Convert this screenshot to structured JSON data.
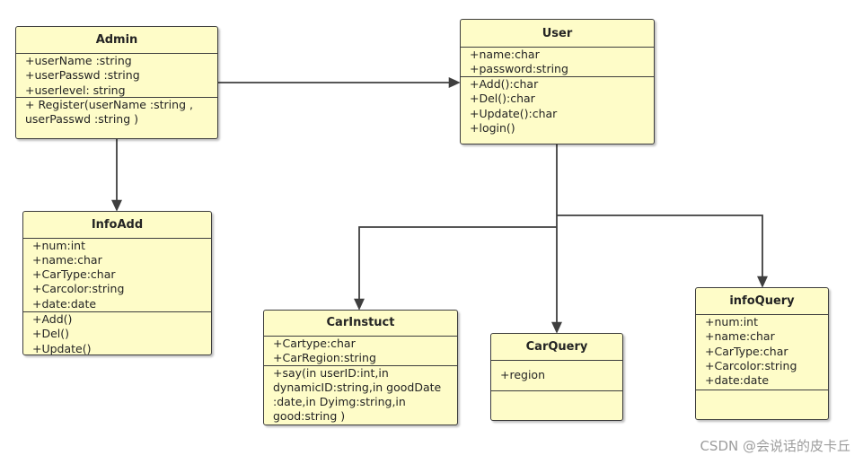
{
  "diagram": {
    "classes": {
      "admin": {
        "name": "Admin",
        "attributes": [
          "+userName :string",
          "+userPasswd :string",
          "+userlevel: string"
        ],
        "methods": [
          "+ Register(userName :string ,\nuserPasswd :string )"
        ]
      },
      "user": {
        "name": "User",
        "attributes": [
          "+name:char",
          "+password:string"
        ],
        "methods": [
          "+Add():char",
          "+Del():char",
          "+Update():char",
          "+login()"
        ]
      },
      "info_add": {
        "name": "InfoAdd",
        "attributes": [
          "+num:int",
          "+name:char",
          "+CarType:char",
          "+Carcolor:string",
          "+date:date"
        ],
        "methods": [
          "+Add()",
          "+Del()",
          "+Update()"
        ]
      },
      "car_instuct": {
        "name": "CarInstuct",
        "attributes": [
          "+Cartype:char",
          "+CarRegion:string"
        ],
        "methods": [
          "+say(in userID:int,in\ndynamicID:string,in goodDate\n:date,in Dyimg:string,in\ngood:string )"
        ]
      },
      "car_query": {
        "name": "CarQuery",
        "attributes": [
          "+region"
        ],
        "methods": []
      },
      "info_query": {
        "name": "infoQuery",
        "attributes": [
          "+num:int",
          "+name:char",
          "+CarType:char",
          "+Carcolor:string",
          "+date:date"
        ],
        "methods": []
      }
    },
    "colors": {
      "class_fill": "#fefcc8",
      "class_border": "#3d3d3d",
      "connector": "#3f3f3f",
      "text": "#242424"
    }
  },
  "watermark": {
    "text": "CSDN @会说话的皮卡丘",
    "color": "#9d9d9d"
  }
}
